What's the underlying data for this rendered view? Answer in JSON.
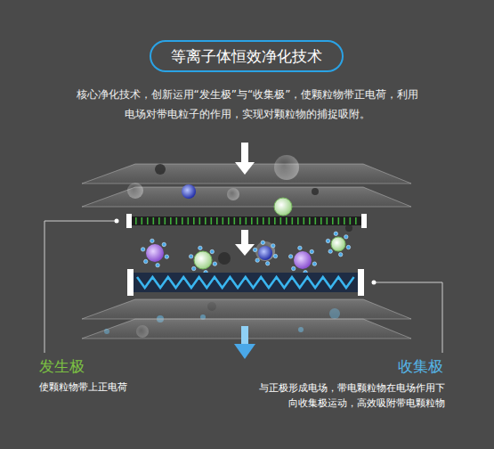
{
  "diagram": {
    "nodes": [
      {
        "text": [
          "等离子体恒效净化技术"
        ]
      }
    ],
    "labels": [
      "核心净化技术，创新运用“发生极”与“收集极”，使颗粒物带正电荷，利用电场对带电粒子的作用，实现对颗粒物的捕捉吸附。",
      "发生极",
      "使颗粒物带上正电荷",
      "收集极",
      "与正极形成电场，带电颗粒物在电场作用下 向收集极运动，高效吸附带电颗粒物"
    ]
  }
}
